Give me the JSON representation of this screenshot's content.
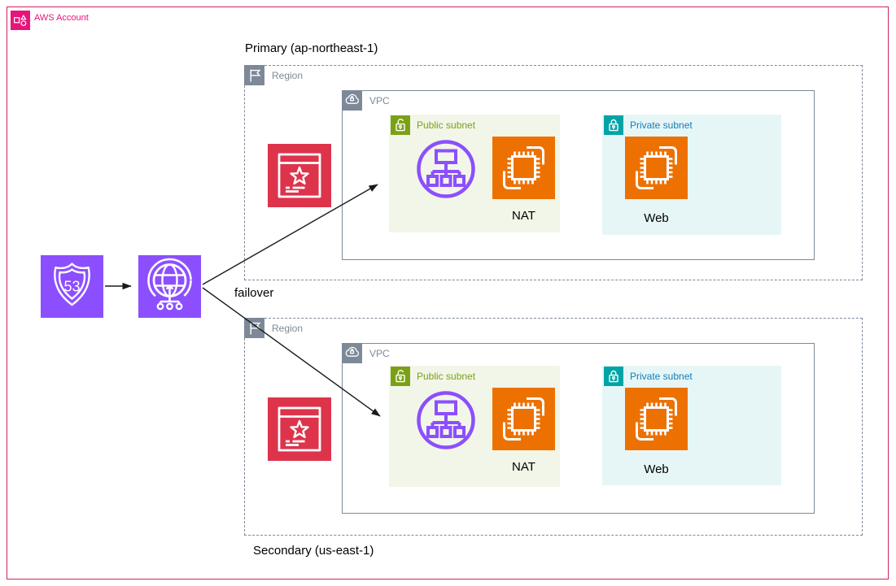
{
  "account": {
    "label": "AWS Account"
  },
  "route53": {
    "shield_number": "53"
  },
  "failover_label": "failover",
  "regions": [
    {
      "title": "Primary (ap-northeast-1)",
      "container_label": "Region",
      "vpc_label": "VPC",
      "public_subnet": {
        "label": "Public subnet",
        "instance_label": "NAT"
      },
      "private_subnet": {
        "label": "Private subnet",
        "instance_label": "Web"
      }
    },
    {
      "title": "Secondary (us-east-1)",
      "container_label": "Region",
      "vpc_label": "VPC",
      "public_subnet": {
        "label": "Public subnet",
        "instance_label": "NAT"
      },
      "private_subnet": {
        "label": "Private subnet",
        "instance_label": "Web"
      }
    }
  ],
  "colors": {
    "account_pink": "#e7157b",
    "account_border": "#cc2264",
    "group_gray": "#7d8998",
    "public_green": "#7aa116",
    "public_subnet_bg": "#f2f6e8",
    "private_teal": "#00a4a6",
    "private_label_blue": "#147eba",
    "private_subnet_bg": "#e6f6f7",
    "compute_orange": "#ed7100",
    "networking_purple": "#8c4fff",
    "security_red": "#dd344c",
    "arrow_black": "#1a1a1a"
  }
}
